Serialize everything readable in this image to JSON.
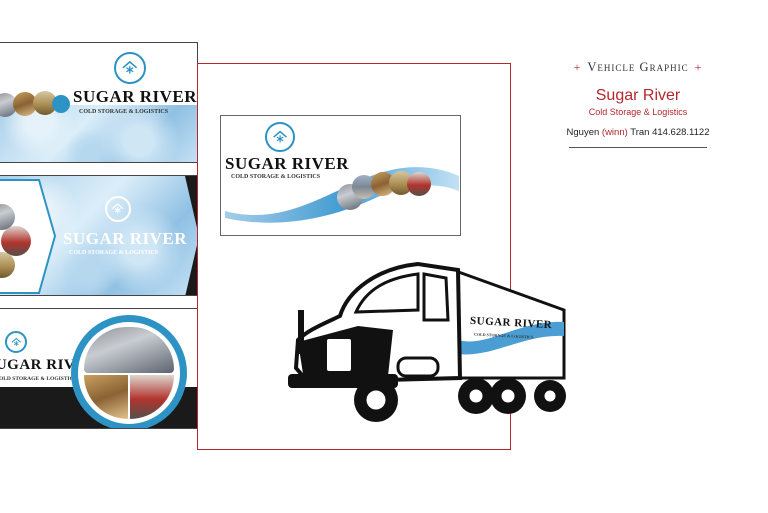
{
  "header": {
    "title": "Vehicle Graphic",
    "brand": "Sugar River",
    "subtitle": "Cold Storage & Logistics",
    "contact_first": "Nguyen",
    "contact_nick": "(winn)",
    "contact_last_phone": "Tran 414.628.1122"
  },
  "logo": {
    "name": "SUGAR RIVER",
    "tagline": "COLD STORAGE & LOGISTICS"
  },
  "colors": {
    "accent_red": "#b3282d",
    "brand_blue": "#2d93c4",
    "ink": "#222222"
  },
  "icons": [
    "snowflake-house-icon",
    "plus-ornament-icon"
  ]
}
